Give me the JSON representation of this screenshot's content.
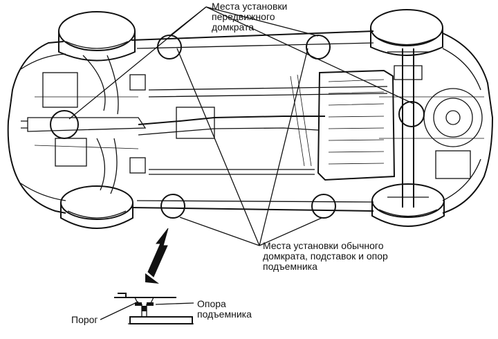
{
  "labels": {
    "jack_front": "Места установки\nпередвижного\nдомкрата",
    "jack_regular": "Места установки обычного\nдомкрата, подставок и опор\nподъемника",
    "sill": "Порог",
    "lift_support": "Опора\nподъемника"
  }
}
